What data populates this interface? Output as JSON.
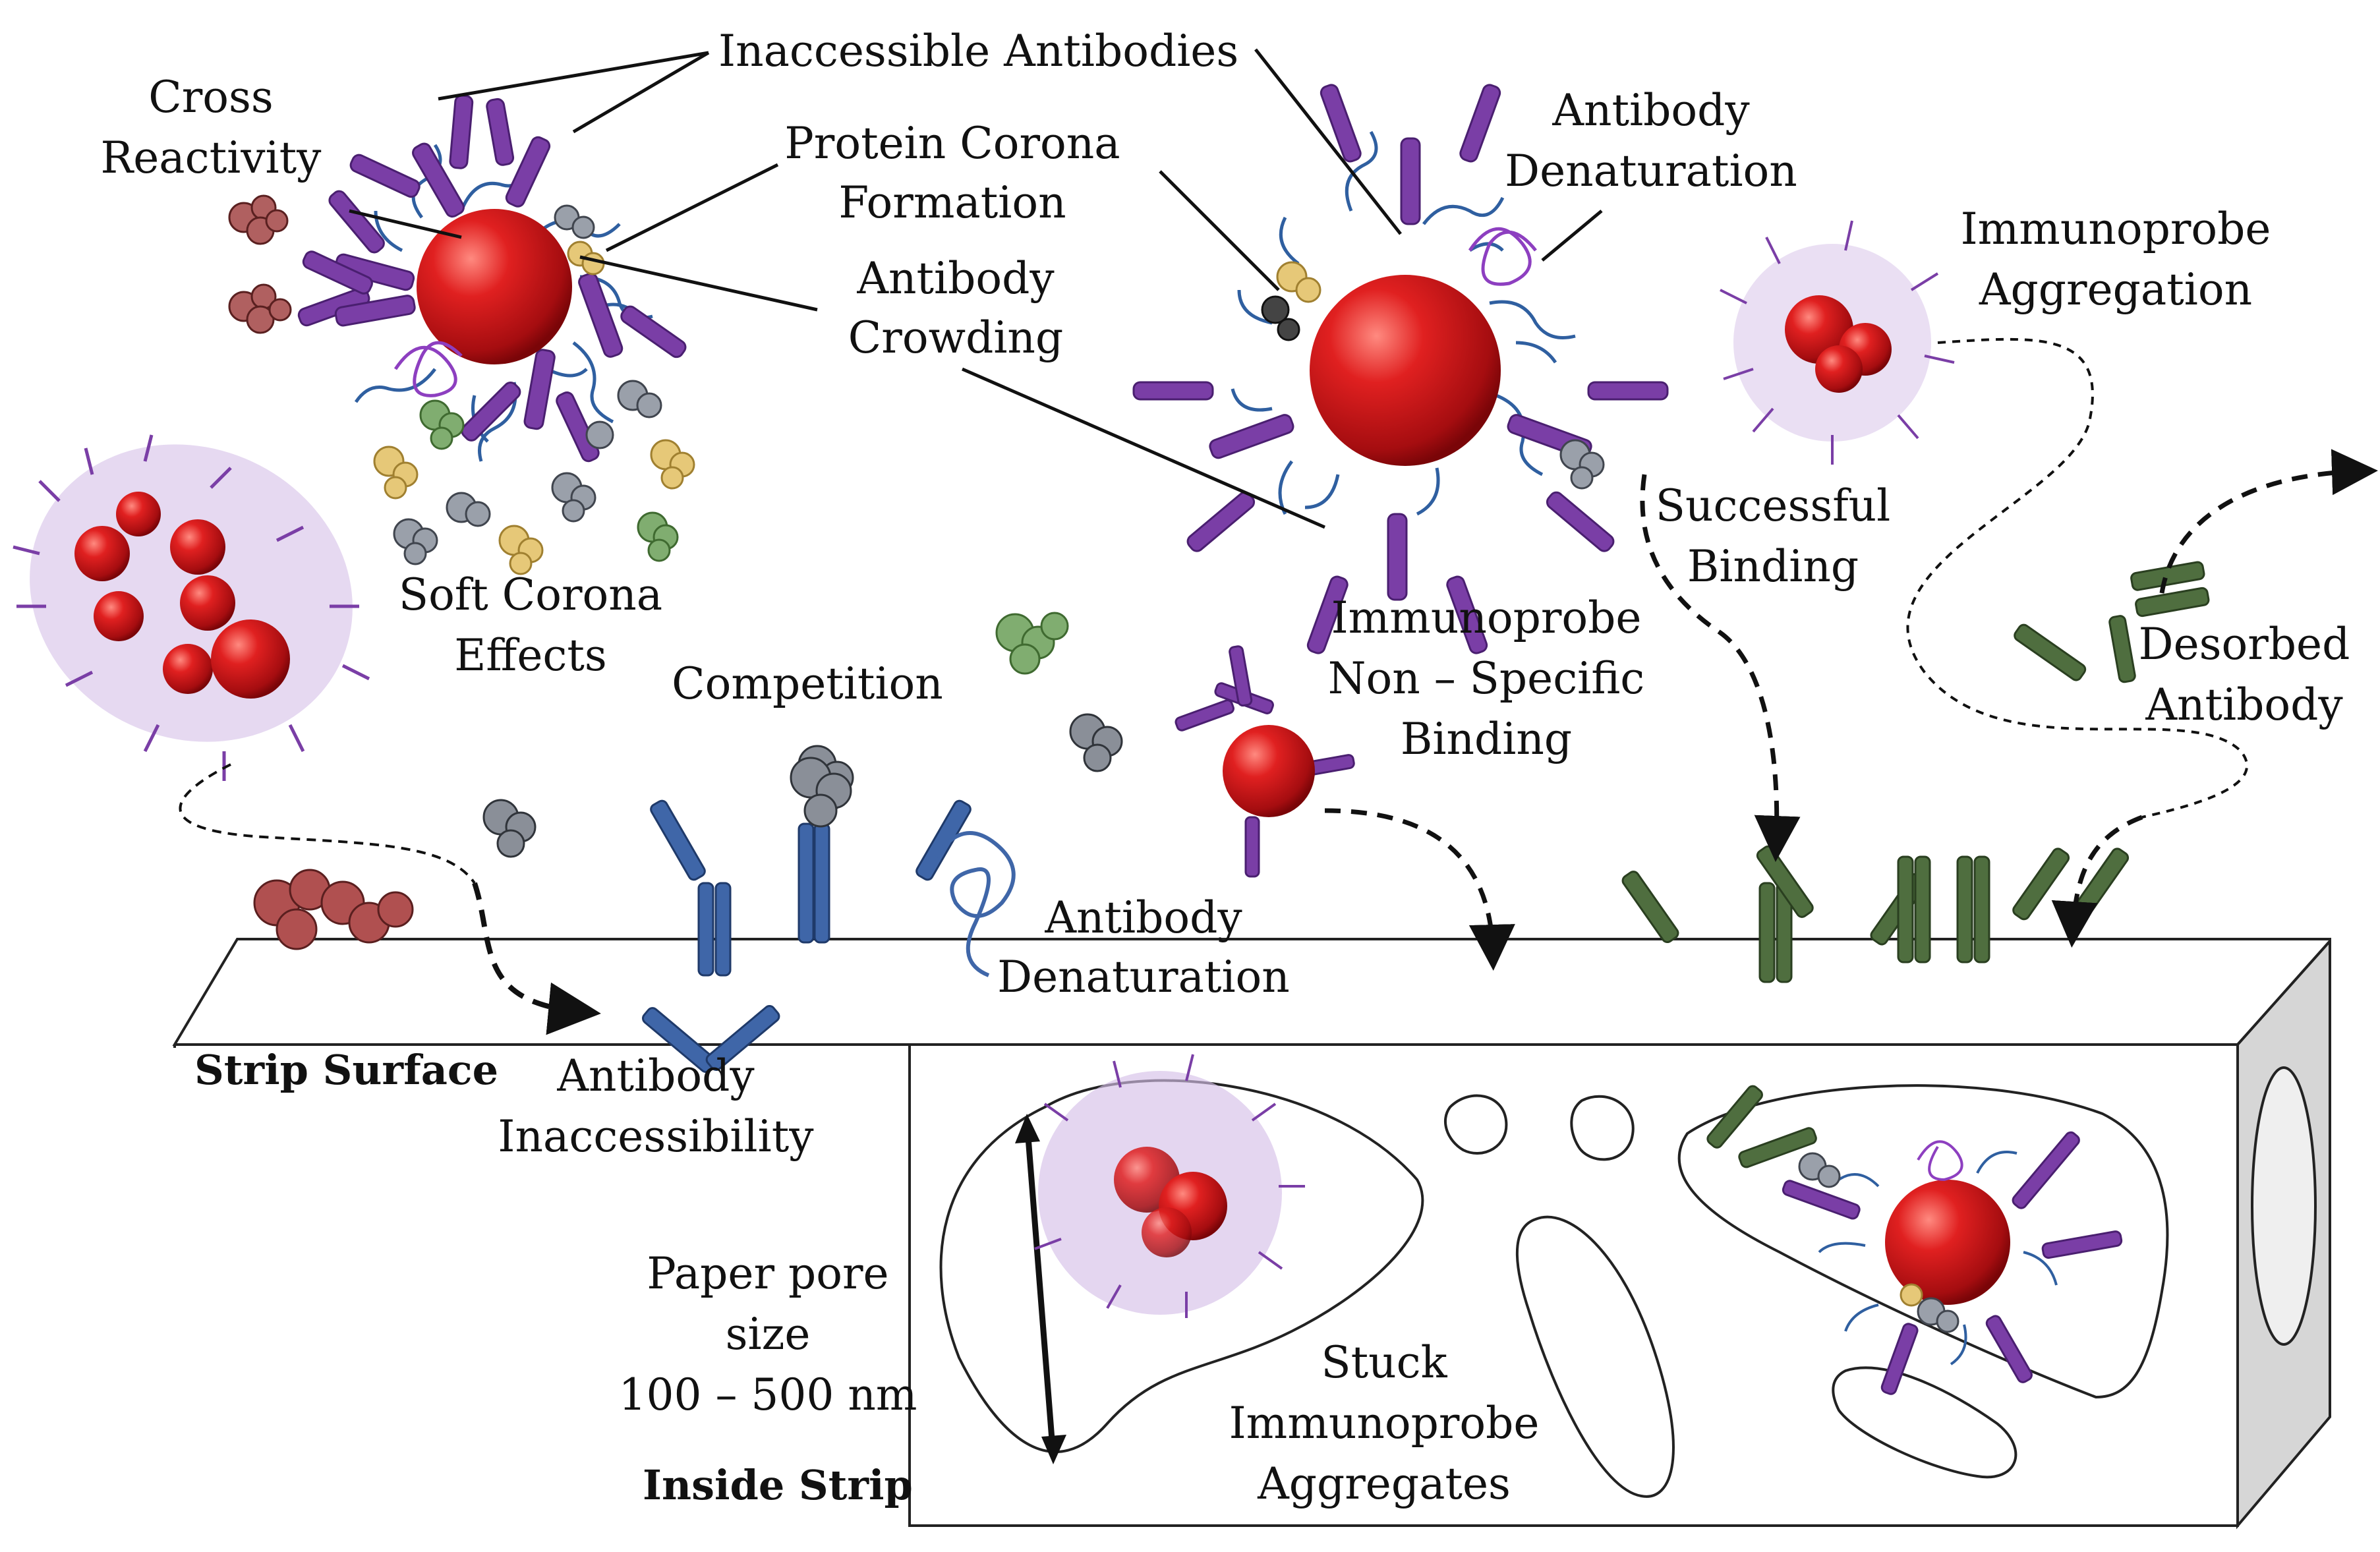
{
  "labels": {
    "inaccessible_antibodies": "Inaccessible Antibodies",
    "cross_reactivity_1": "Cross",
    "cross_reactivity_2": "Reactivity",
    "protein_corona_1": "Protein Corona",
    "protein_corona_2": "Formation",
    "antibody_crowding_1": "Antibody",
    "antibody_crowding_2": "Crowding",
    "antibody_denaturation_top_1": "Antibody",
    "antibody_denaturation_top_2": "Denaturation",
    "immunoprobe_aggregation_1": "Immunoprobe",
    "immunoprobe_aggregation_2": "Aggregation",
    "soft_corona_1": "Soft Corona",
    "soft_corona_2": "Effects",
    "successful_binding_1": "Successful",
    "successful_binding_2": "Binding",
    "competition": "Competition",
    "nonspecific_1": "Immunoprobe",
    "nonspecific_2": "Non – Specific",
    "nonspecific_3": "Binding",
    "desorbed_1": "Desorbed",
    "desorbed_2": "Antibody",
    "antibody_denaturation_mid_1": "Antibody",
    "antibody_denaturation_mid_2": "Denaturation",
    "strip_surface": "Strip Surface",
    "antibody_inaccessibility_1": "Antibody",
    "antibody_inaccessibility_2": "Inaccessibility",
    "pore_size_1": "Paper pore",
    "pore_size_2": "size",
    "pore_size_3": "100 – 500 nm",
    "stuck_1": "Stuck",
    "stuck_2": "Immunoprobe",
    "stuck_3": "Aggregates",
    "inside_strip": "Inside Strip"
  },
  "colors": {
    "nanoparticle": "#d0141a",
    "antibody_purple": "#7a3ea6",
    "antibody_blue": "#3f66a8",
    "antibody_green": "#4f6e3f",
    "corona_strand": "#2f5fa0",
    "protein_red": "#8f3a3a",
    "protein_green": "#6f9b60",
    "protein_yellow": "#e3c16a",
    "protein_gray": "#6c7380"
  }
}
